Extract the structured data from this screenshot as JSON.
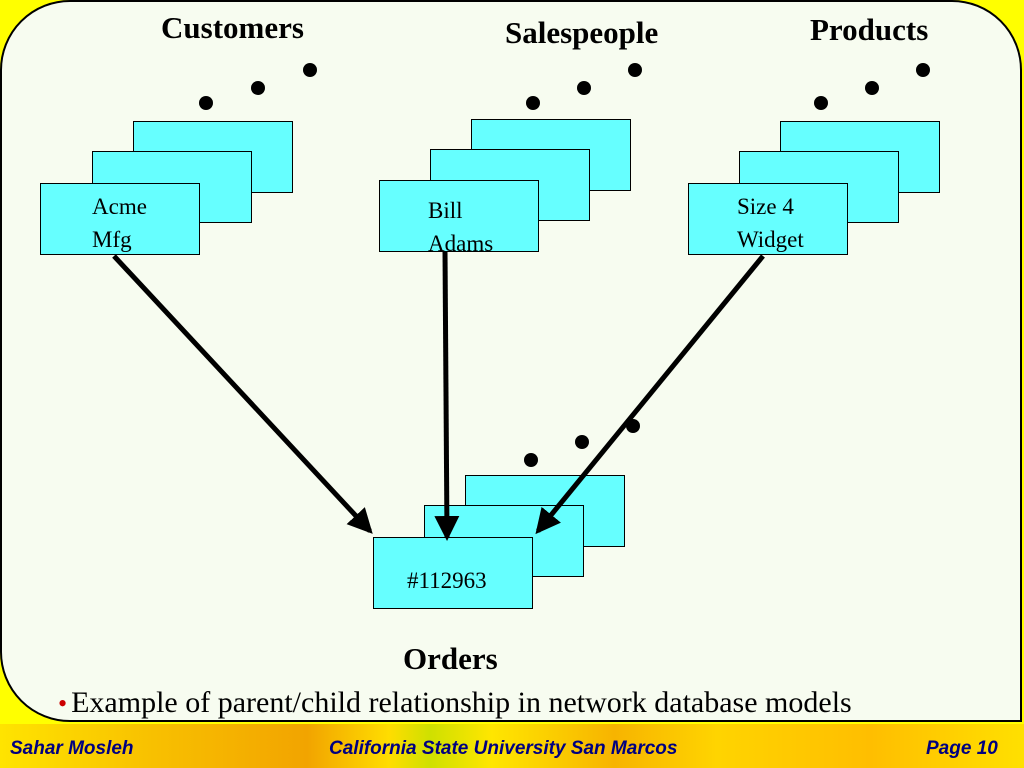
{
  "headings": {
    "customers": "Customers",
    "salespeople": "Salespeople",
    "products": "Products",
    "orders": "Orders"
  },
  "records": {
    "customer": "Acme\nMfg",
    "salesperson": "Bill\nAdams",
    "product": "Size 4\nWidget",
    "order": "#112963"
  },
  "caption": {
    "bullet": "•",
    "text": "Example of parent/child relationship in network database models"
  },
  "footer": {
    "author": "Sahar Mosleh",
    "institution": "California State University San Marcos",
    "page_label": "Page",
    "page_number": "10"
  },
  "colors": {
    "record_fill": "#66ffff",
    "panel_bg": "#f7fcf0",
    "frame": "#ffff00",
    "footer_text": "#000080"
  }
}
